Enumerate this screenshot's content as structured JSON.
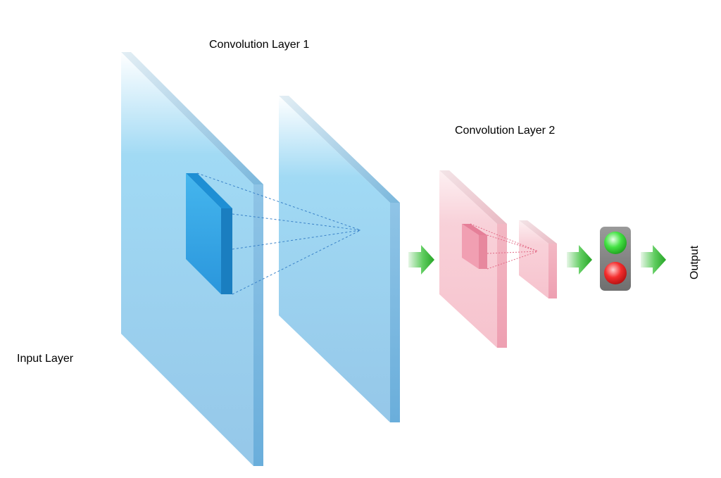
{
  "labels": {
    "input_layer": "Input Layer",
    "conv_layer_1": "Convolution Layer 1",
    "conv_layer_2": "Convolution Layer 2",
    "output": "Output"
  },
  "icons": {
    "arrow": "green-arrow-icon",
    "output_indicator": "traffic-light-icon"
  },
  "colors": {
    "blue_layer": "#8fcdee",
    "blue_layer_side": "#6cb2dc",
    "blue_kernel": "#2fa2e6",
    "pink_layer": "#f6c6d0",
    "pink_layer_side": "#efa4b4",
    "pink_kernel": "#ec8fa3",
    "arrow_green": "#3fbf3f",
    "light_green": "#33dd33",
    "light_red": "#ee2222",
    "light_housing": "#8a8a8a"
  }
}
